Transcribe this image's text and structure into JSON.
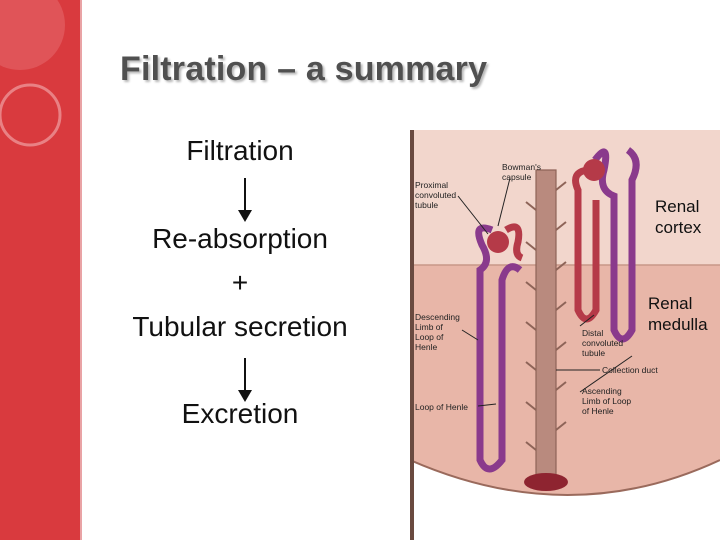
{
  "slide": {
    "title": "Filtration – a summary"
  },
  "flow": {
    "steps": [
      "Filtration",
      "Re-absorption",
      "+",
      "Tubular secretion",
      "Excretion"
    ]
  },
  "diagram": {
    "labels": {
      "proximal": [
        "Proximal",
        "convoluted",
        "tubule"
      ],
      "bowman": [
        "Bowman's",
        "capsule"
      ],
      "descending": [
        "Descending",
        "Limb of",
        "Loop of",
        "Henle"
      ],
      "loop": "Loop of Henle",
      "distal": [
        "Distal",
        "convoluted",
        "tubule"
      ],
      "collection": "Collection duct",
      "ascending": [
        "Ascending",
        "Limb of Loop",
        "of Henle"
      ]
    },
    "regions": {
      "cortex": [
        "Renal",
        "cortex"
      ],
      "medulla": [
        "Renal",
        "medulla"
      ]
    }
  },
  "colors": {
    "accent": "#d93a3e",
    "cortex": "#f2d6cc",
    "medulla": "#e8b6a8",
    "tubule_purple": "#8a3a8c",
    "tubule_red": "#b53a48"
  }
}
